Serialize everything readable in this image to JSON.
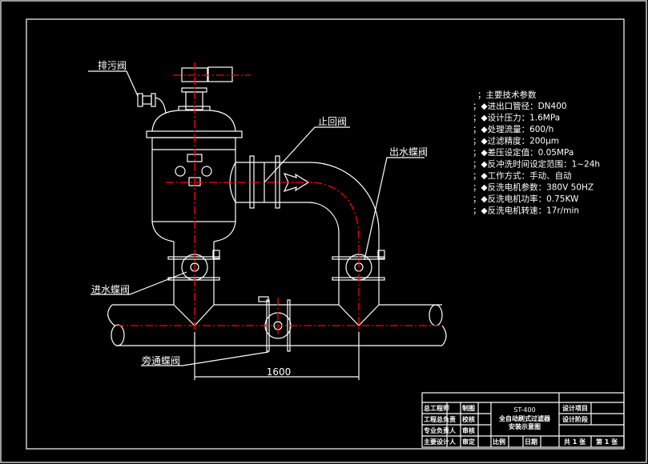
{
  "labels": {
    "drain_valve": "排污阀",
    "check_valve": "止回阀",
    "outlet_butterfly_valve": "出水蝶阀",
    "inlet_butterfly_valve": "进水蝶阀",
    "bypass_butterfly_valve": "旁通蝶阀",
    "dimension": "1600"
  },
  "specs": {
    "title": "；主要技术参数",
    "items": [
      "；◆进出口管径：DN400",
      "；◆设计压力：1.6MPa",
      "；◆处理流量：600/h",
      "；◆过滤精度：200μm",
      "；◆差压设定值：0.05MPa",
      "；◆反冲洗时间设定范围：1~24h",
      "；◆工作方式：手动、自动",
      "；◆反洗电机参数：380V 50HZ",
      "；◆反洗电机功率：0.75KW",
      "；◆反洗电机转速：17r/min"
    ]
  },
  "title_block": {
    "roles": [
      "总工程师",
      "工程总负责",
      "专业负责人",
      "主要设计人"
    ],
    "checks": [
      "制图",
      "校核",
      "审核",
      "审定"
    ],
    "model": "ST-400",
    "name_line1": "全自动刷式过滤器",
    "name_line2": "安装示意图",
    "project": "设计项目",
    "stage": "设计阶段",
    "scale": "比例",
    "date": "日期",
    "total": "共 1 张",
    "sheet": "第 1 张"
  },
  "colors": {
    "line": "#ffffff",
    "centerline": "#ff0000",
    "background": "#000000"
  }
}
